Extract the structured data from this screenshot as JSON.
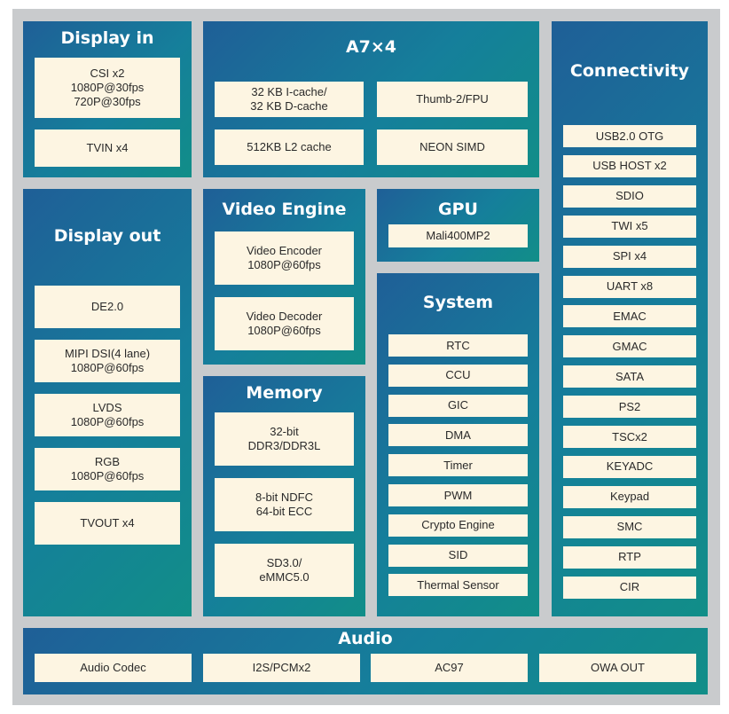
{
  "display_in": {
    "title": "Display in",
    "items": [
      "CSI x2\n1080P@30fps\n720P@30fps",
      "TVIN x4"
    ]
  },
  "cpu": {
    "title": "A7×4",
    "items": [
      "32 KB I-cache/\n32 KB D-cache",
      "Thumb-2/FPU",
      "512KB L2 cache",
      "NEON SIMD"
    ]
  },
  "connectivity": {
    "title": "Connectivity",
    "items": [
      "USB2.0 OTG",
      "USB HOST x2",
      "SDIO",
      "TWI x5",
      "SPI x4",
      "UART x8",
      "EMAC",
      "GMAC",
      "SATA",
      "PS2",
      "TSCx2",
      "KEYADC",
      "Keypad",
      "SMC",
      "RTP",
      "CIR"
    ]
  },
  "display_out": {
    "title": "Display out",
    "items": [
      "DE2.0",
      "MIPI DSI(4 lane)\n1080P@60fps",
      "LVDS\n1080P@60fps",
      "RGB\n1080P@60fps",
      "TVOUT x4"
    ]
  },
  "video_engine": {
    "title": "Video Engine",
    "items": [
      "Video Encoder\n1080P@60fps",
      "Video Decoder\n1080P@60fps"
    ]
  },
  "gpu": {
    "title": "GPU",
    "items": [
      "Mali400MP2"
    ]
  },
  "system": {
    "title": "System",
    "items": [
      "RTC",
      "CCU",
      "GIC",
      "DMA",
      "Timer",
      "PWM",
      "Crypto Engine",
      "SID",
      "Thermal Sensor"
    ]
  },
  "memory": {
    "title": "Memory",
    "items": [
      "32-bit\nDDR3/DDR3L",
      "8-bit NDFC\n64-bit ECC",
      "SD3.0/\neMMC5.0"
    ]
  },
  "audio": {
    "title": "Audio",
    "items": [
      "Audio Codec",
      "I2S/PCMx2",
      "AC97",
      "OWA OUT"
    ]
  }
}
